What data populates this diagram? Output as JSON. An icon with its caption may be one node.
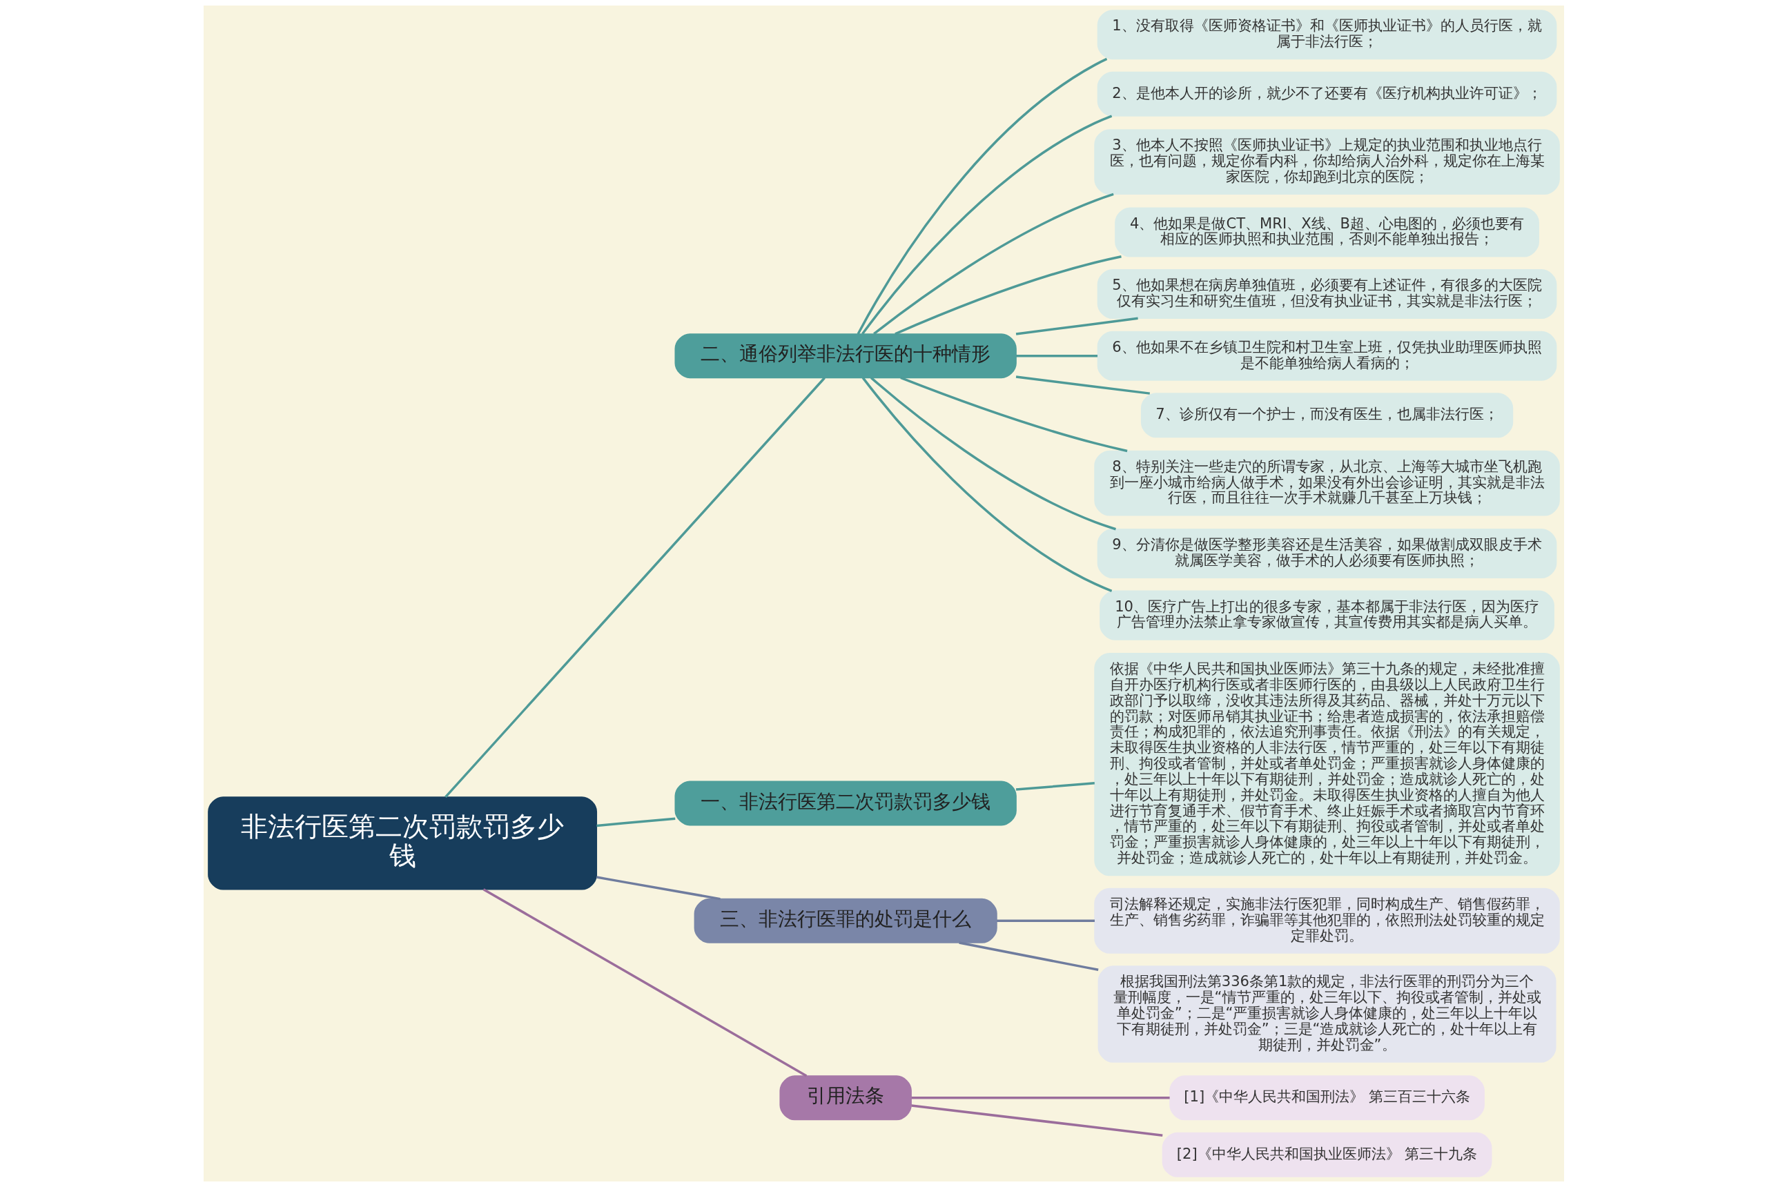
{
  "diagram": {
    "nodes": [
      {
        "text": [
          "非法行医第二次罚款罚多少钱"
        ]
      },
      {
        "text": [
          "二、通俗列举非法行医的十种情形"
        ]
      },
      {
        "text": [
          "1、没有取得《医师资格证书》和《医师执业证书》的人员行医，就属于非法行医；"
        ]
      },
      {
        "text": [
          "2、是他本人开的诊所，就少不了还要有《医疗机构执业许可证》；"
        ]
      },
      {
        "text": [
          "3、他本人不按照《医师执业证书》上规定的执业范围和执业地点行医，也有问题，规定你看内科，你却给病人治外科，规定你在上海某家医院，你却跑到北京的医院；"
        ]
      },
      {
        "text": [
          "4、他如果是做CT、MRI、X线、B超、心电图的，必须也要有相应的医师执照和执业范围，否则不能单独出报告；"
        ]
      },
      {
        "text": [
          "5、他如果想在病房单独值班，必须要有上述证件，有很多的大医院仅有实习生和研究生值班，但没有执业证书，其实就是非法行医；"
        ]
      },
      {
        "text": [
          "6、他如果不在乡镇卫生院和村卫生室上班，仅凭执业助理医师执照是不能单独给病人看病的；"
        ]
      },
      {
        "text": [
          "7、诊所仅有一个护士，而没有医生，也属非法行医；"
        ]
      },
      {
        "text": [
          "8、特别关注一些走穴的所谓专家，从北京、上海等大城市坐飞机跑到一座小城市给病人做手术，如果没有外出会诊证明，其实就是非法行医，而且往往一次手术就赚几千甚至上万块钱；"
        ]
      },
      {
        "text": [
          "9、分清你是做医学整形美容还是生活美容，如果做割成双眼皮手术就属医学美容，做手术的人必须要有医师执照；"
        ]
      },
      {
        "text": [
          "10、医疗广告上打出的很多专家，基本都属于非法行医，因为医疗广告管理办法禁止拿专家做宣传，其宣传费用其实都是病人买单。"
        ]
      },
      {
        "text": [
          "一、非法行医第二次罚款罚多少钱"
        ]
      },
      {
        "text": [
          "依据《中华人民共和国执业医师法》第三十九条的规定，未经批准擅自开办医疗机构行医或者非医师行医的，由县级以上人民政府卫生行政部门予以取缔，没收其违法所得及其药品、器械，并处十万元以下的罚款；对医师吊销其执业证书；给患者造成损害的，依法承担赔偿责任；构成犯罪的，依法追究刑事责任。依据《刑法》的有关规定，未取得医生执业资格的人非法行医，情节严重的，处三年以下有期徒刑、拘役或者管制，并处或者单处罚金；严重损害就诊人身体健康的，处三年以上十年以下有期徒刑，并处罚金；造成就诊人死亡的，处十年以上有期徒刑，并处罚金。未取得医生执业资格的人擅自为他人进行节育复通手术、假节育手术、终止妊娠手术或者摘取宫内节育环，情节严重的，处三年以下有期徒刑、拘役或者管制，并处或者单处罚金；严重损害就诊人身体健康的，处三年以上十年以下有期徒刑，并处罚金；造成就诊人死亡的，处十年以上有期徒刑，并处罚金。"
        ]
      },
      {
        "text": [
          "三、非法行医罪的处罚是什么"
        ]
      },
      {
        "text": [
          "司法解释还规定，实施非法行医犯罪，同时构成生产、销售假药罪，生产、销售劣药罪，诈骗罪等其他犯罪的，依照刑法处罚较重的规定定罪处罚。"
        ]
      },
      {
        "text": [
          "根据我国刑法第336条第1款的规定，非法行医罪的刑罚分为三个量刑幅度，一是“情节严重的，处三年以下、拘役或者管制，并处或单处罚金”；二是“严重损害就诊人身体健康的，处三年以上十年以下有期徒刑，并处罚金”；三是“造成就诊人死亡的，处十年以上有期徒刑，并处罚金”。"
        ]
      },
      {
        "text": [
          "引用法条"
        ]
      },
      {
        "text": [
          "[1]《中华人民共和国刑法》 第三百三十六条"
        ]
      },
      {
        "text": [
          "[2]《中华人民共和国执业医师法》 第三十九条"
        ]
      }
    ],
    "edges": [
      {
        "from": 0,
        "to": 1,
        "arrow": "none"
      },
      {
        "from": 1,
        "to": 2,
        "arrow": "none"
      },
      {
        "from": 1,
        "to": 3,
        "arrow": "none"
      },
      {
        "from": 1,
        "to": 4,
        "arrow": "none"
      },
      {
        "from": 1,
        "to": 5,
        "arrow": "none"
      },
      {
        "from": 1,
        "to": 6,
        "arrow": "none"
      },
      {
        "from": 1,
        "to": 7,
        "arrow": "none"
      },
      {
        "from": 1,
        "to": 8,
        "arrow": "none"
      },
      {
        "from": 1,
        "to": 9,
        "arrow": "none"
      },
      {
        "from": 1,
        "to": 10,
        "arrow": "none"
      },
      {
        "from": 1,
        "to": 11,
        "arrow": "none"
      },
      {
        "from": 0,
        "to": 12,
        "arrow": "none"
      },
      {
        "from": 12,
        "to": 13,
        "arrow": "none"
      },
      {
        "from": 0,
        "to": 14,
        "arrow": "none",
        "color": "#6f7c9e"
      },
      {
        "from": 14,
        "to": 15,
        "arrow": "none",
        "color": "#6f7c9e"
      },
      {
        "from": 14,
        "to": 16,
        "arrow": "none",
        "color": "#6f7c9e"
      },
      {
        "from": 0,
        "to": 17,
        "arrow": "none",
        "color": "#9b6d9b"
      },
      {
        "from": 17,
        "to": 18,
        "arrow": "none",
        "color": "#9b6d9b"
      },
      {
        "from": 17,
        "to": 19,
        "arrow": "none",
        "color": "#9b6d9b"
      }
    ]
  }
}
